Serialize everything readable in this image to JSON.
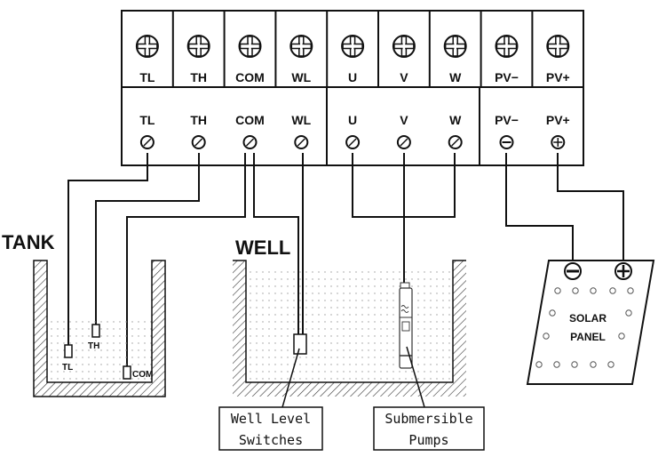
{
  "diagram": {
    "terminal_block": {
      "top_terminals": [
        "TL",
        "TH",
        "COM",
        "WL",
        "U",
        "V",
        "W",
        "PV−",
        "PV+"
      ],
      "bottom_terminals": [
        "TL",
        "TH",
        "COM",
        "WL",
        "U",
        "V",
        "W",
        "PV−",
        "PV+"
      ]
    },
    "tank": {
      "title": "TANK",
      "probes": [
        "TL",
        "TH",
        "COM"
      ]
    },
    "well": {
      "title": "WELL"
    },
    "callouts": {
      "well_level": [
        "Well Level",
        "Switches"
      ],
      "pump": [
        "Submersible",
        "Pumps"
      ]
    },
    "solar_panel": {
      "label": [
        "SOLAR",
        "PANEL"
      ]
    }
  }
}
